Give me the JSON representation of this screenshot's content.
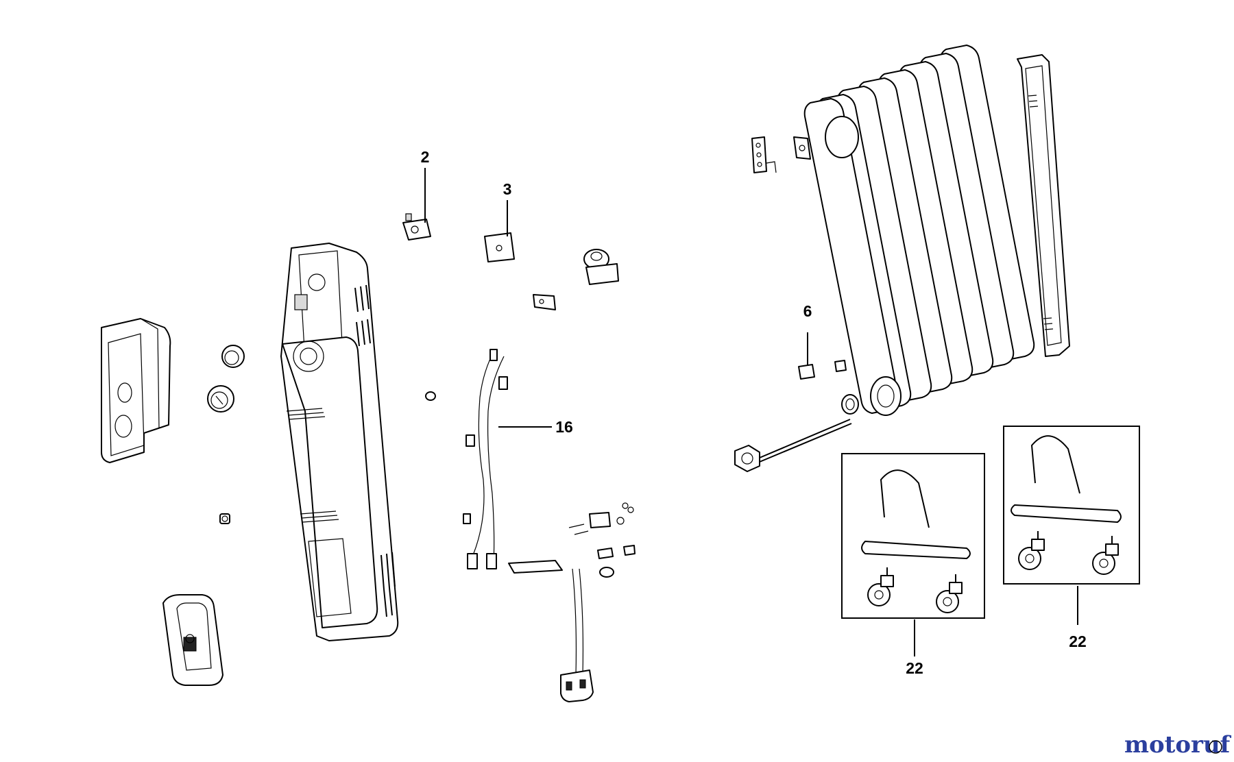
{
  "diagram": {
    "callouts": [
      {
        "id": "2",
        "label": "2"
      },
      {
        "id": "3",
        "label": "3"
      },
      {
        "id": "6",
        "label": "6"
      },
      {
        "id": "16",
        "label": "16"
      },
      {
        "id": "22a",
        "label": "22"
      },
      {
        "id": "22b",
        "label": "22"
      }
    ]
  },
  "watermark": {
    "text": "motoruf",
    "colors": {
      "letters_primary": "#2b3f9e",
      "letters_accent": "#6e9a2e"
    }
  }
}
